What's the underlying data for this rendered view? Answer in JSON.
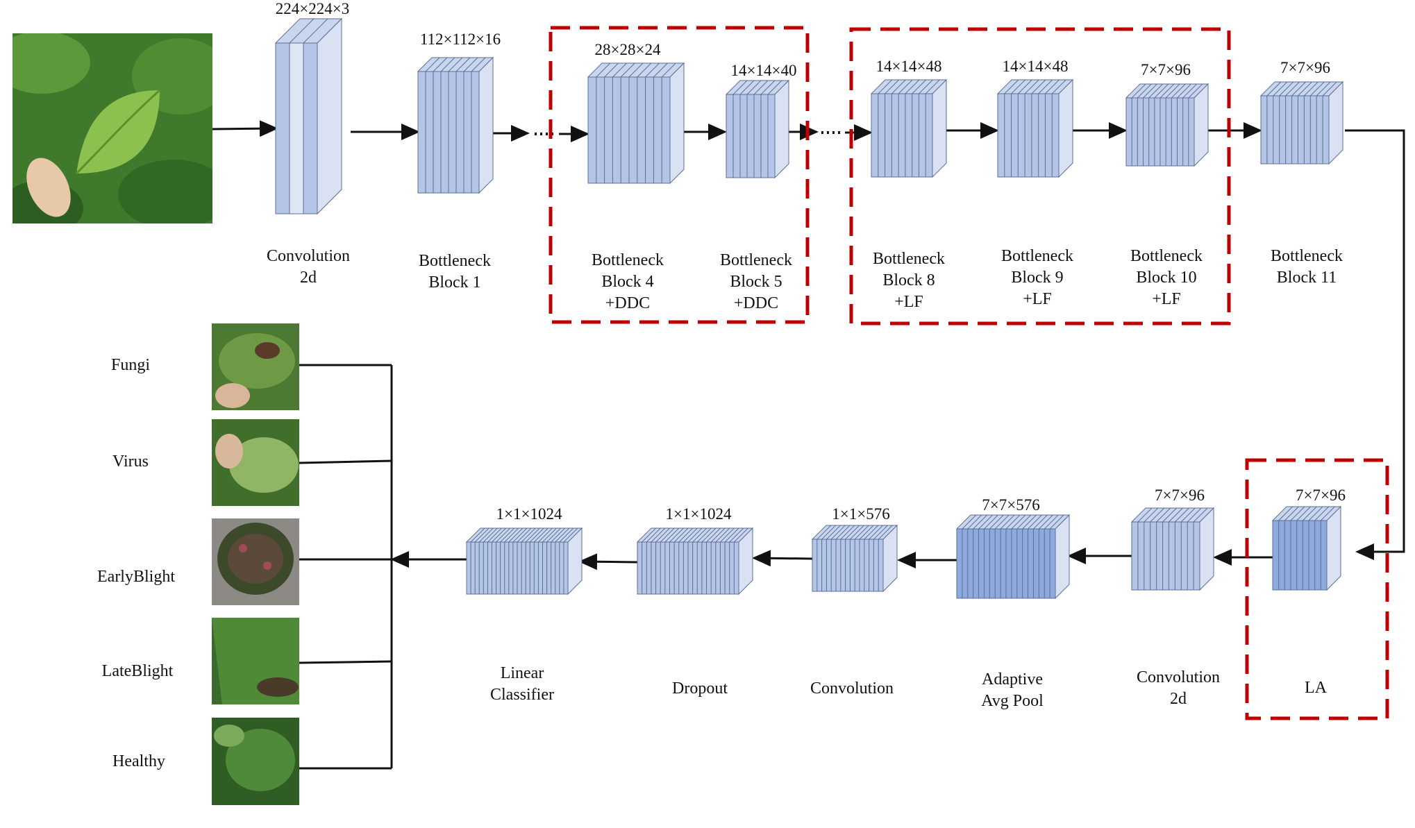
{
  "input": {
    "dim": "224×224×3"
  },
  "top_row": [
    {
      "id": "conv2d",
      "dim": "224×224×3",
      "label": [
        "Convolution",
        "2d"
      ]
    },
    {
      "id": "b1",
      "dim": "112×112×16",
      "label": [
        "Bottleneck",
        "Block 1"
      ]
    },
    {
      "id": "b4",
      "dim": "28×28×24",
      "label": [
        "Bottleneck",
        "Block 4",
        "+DDC"
      ]
    },
    {
      "id": "b5",
      "dim": "14×14×40",
      "label": [
        "Bottleneck",
        "Block 5",
        "+DDC"
      ]
    },
    {
      "id": "b8",
      "dim": "14×14×48",
      "label": [
        "Bottleneck",
        "Block 8",
        "+LF"
      ]
    },
    {
      "id": "b9",
      "dim": "14×14×48",
      "label": [
        "Bottleneck",
        "Block 9",
        "+LF"
      ]
    },
    {
      "id": "b10",
      "dim": "7×7×96",
      "label": [
        "Bottleneck",
        "Block 10",
        "+LF"
      ]
    },
    {
      "id": "b11",
      "dim": "7×7×96",
      "label": [
        "Bottleneck",
        "Block 11"
      ]
    }
  ],
  "bottom_row": [
    {
      "id": "la",
      "dim": "7×7×96",
      "label": [
        "LA"
      ]
    },
    {
      "id": "conv2d_b",
      "dim": "7×7×96",
      "label": [
        "Convolution",
        "2d"
      ]
    },
    {
      "id": "pool",
      "dim": "7×7×576",
      "label": [
        "Adaptive",
        "Avg Pool"
      ]
    },
    {
      "id": "conv",
      "dim": "1×1×576",
      "label": [
        "Convolution"
      ]
    },
    {
      "id": "dropout",
      "dim": "1×1×1024",
      "label": [
        "Dropout"
      ]
    },
    {
      "id": "linear",
      "dim": "1×1×1024",
      "label": [
        "Linear",
        "Classifier"
      ]
    }
  ],
  "classes": [
    "Fungi",
    "Virus",
    "EarlyBlight",
    "LateBlight",
    "Healthy"
  ],
  "colors": {
    "block_front": "#b4c5e6",
    "block_front_dark": "#8ea9db",
    "block_top": "#c9d6ee",
    "block_side": "#d9e1f2",
    "dashed_box": "#c00000",
    "arrow": "#111111"
  }
}
